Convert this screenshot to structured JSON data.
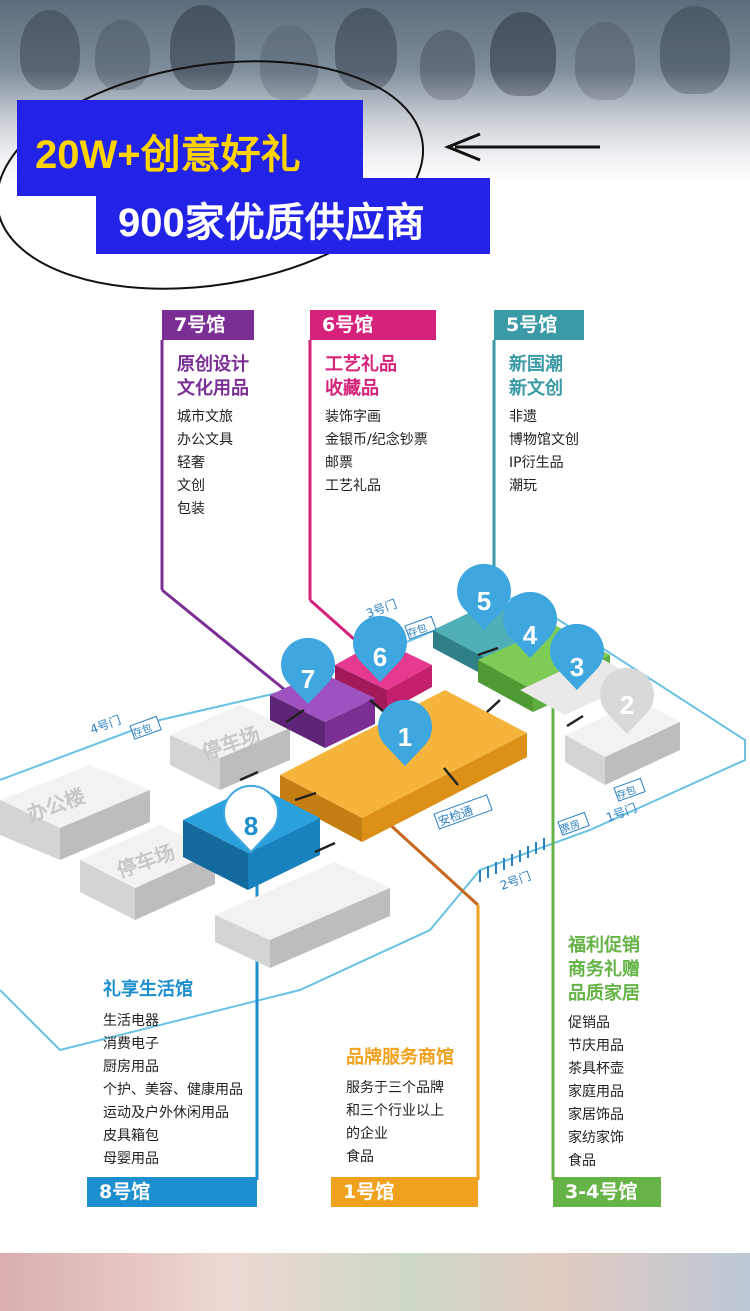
{
  "headline": {
    "line1": "20W+创意好礼",
    "line2": "900家优质供应商"
  },
  "halls_top": [
    {
      "tag": "7号馆",
      "title_lines": [
        "原创设计",
        "文化用品"
      ],
      "items": [
        "城市文旅",
        "办公文具",
        "轻奢",
        "文创",
        "包装"
      ],
      "color": "#7b2f95"
    },
    {
      "tag": "6号馆",
      "title_lines": [
        "工艺礼品",
        "收藏品"
      ],
      "items": [
        "装饰字画",
        "金银币/纪念钞票",
        "邮票",
        "工艺礼品"
      ],
      "color": "#d6227a"
    },
    {
      "tag": "5号馆",
      "title_lines": [
        "新国潮",
        "新文创"
      ],
      "items": [
        "非遗",
        "博物馆文创",
        "IP衍生品",
        "潮玩"
      ],
      "color": "#3a9aa6"
    }
  ],
  "halls_bottom": [
    {
      "tag": "8号馆",
      "title_lines": [
        "礼享生活馆"
      ],
      "items": [
        "生活电器",
        "消费电子",
        "厨房用品",
        "个护、美容、健康用品",
        "运动及户外休闲用品",
        "皮具箱包",
        "母婴用品"
      ],
      "color": "#1d8fcf"
    },
    {
      "tag": "1号馆",
      "title_lines": [
        "品牌服务商馆"
      ],
      "items": [
        "服务于三个品牌",
        "和三个行业以上",
        "的企业",
        "食品"
      ],
      "color": "#f0a21e"
    },
    {
      "tag": "3-4号馆",
      "title_lines": [
        "福利促销",
        "商务礼赠",
        "品质家居"
      ],
      "items": [
        "促销品",
        "节庆用品",
        "茶具杯壶",
        "家庭用品",
        "家居饰品",
        "家纺家饰",
        "食品"
      ],
      "color": "#66b447"
    }
  ],
  "map": {
    "pins": [
      "1",
      "2",
      "3",
      "4",
      "5",
      "6",
      "7",
      "8"
    ],
    "buildings": {
      "office": "办公楼",
      "parking_a": "停车场",
      "parking_b": "停车场"
    },
    "gates": {
      "gate1": "1号门",
      "gate2": "2号门",
      "gate3": "3号门",
      "gate4": "4号门"
    },
    "small_labels": {
      "checkin_a": "存包",
      "checkin_b": "存包",
      "checkin_c": "存包",
      "ticket": "票房",
      "security": "安检通"
    }
  },
  "colors": {
    "hall1": "#f0a21e",
    "hall2": "#d8d8d8",
    "hall3": "#3ea7e0",
    "hall4": "#6cbf4d",
    "hall5": "#3a9aa6",
    "hall6": "#d6227a",
    "hall7": "#7b2f95",
    "hall8": "#1d8fcf",
    "badge": "#2323e8",
    "accent_yellow": "#ffd400",
    "route_line": "#69c2e2"
  }
}
